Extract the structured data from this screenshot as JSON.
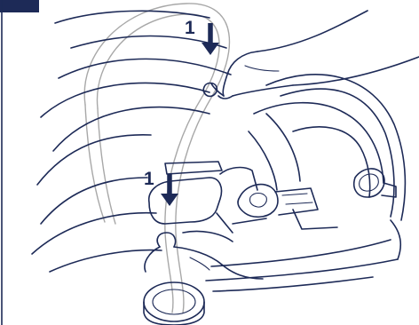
{
  "steps": [
    {
      "number": "1",
      "direction": "down"
    },
    {
      "number": "1",
      "direction": "down"
    }
  ],
  "colors": {
    "line": "#1d2a57",
    "ghost_handle": "#a8a8a8",
    "background": "#ffffff",
    "corner_tab": "#1d2a57"
  }
}
